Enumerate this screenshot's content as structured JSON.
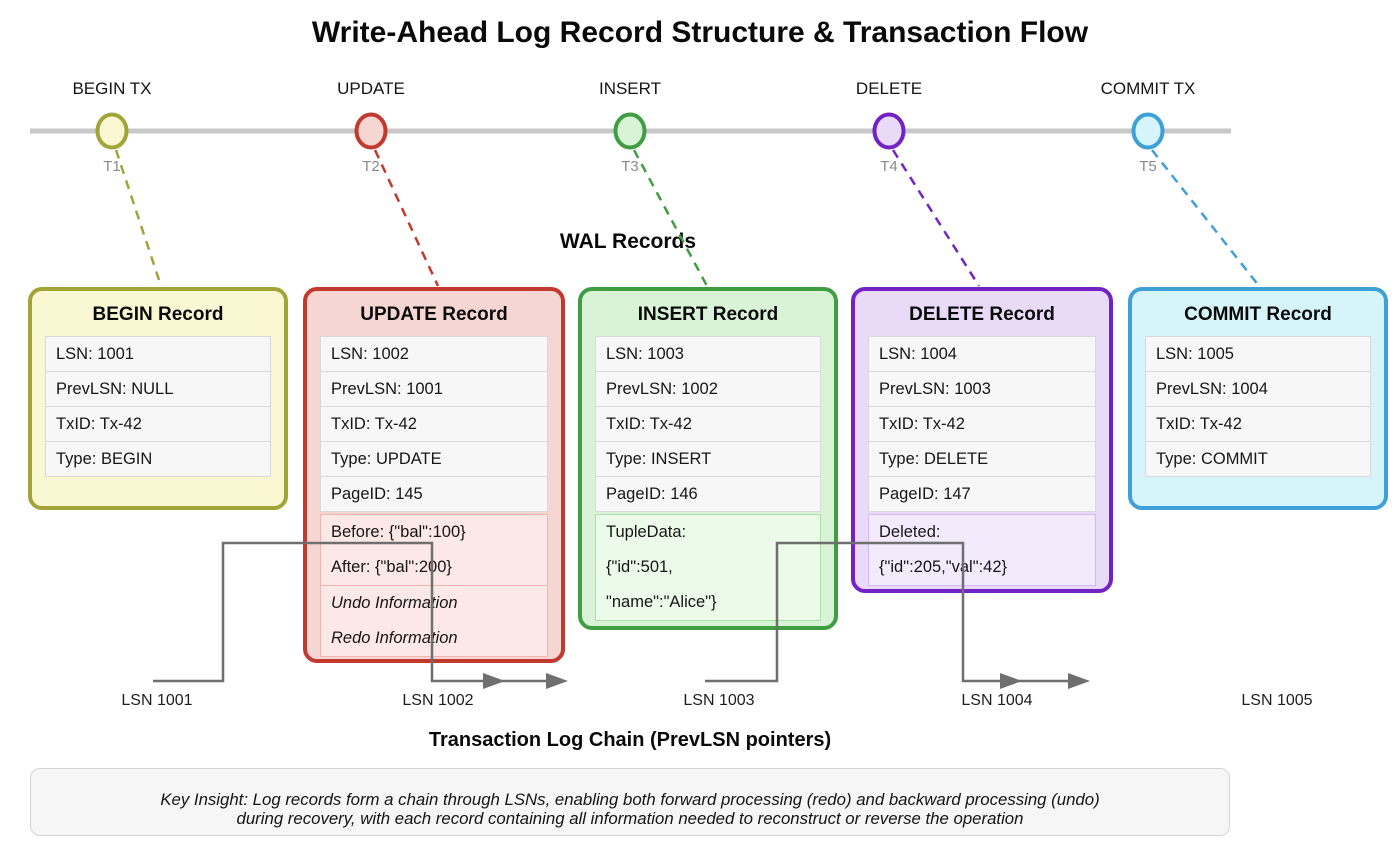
{
  "title": "Write-Ahead Log Record Structure & Transaction Flow",
  "wal_heading": "WAL Records",
  "timeline": {
    "nodes": [
      {
        "label": "BEGIN TX",
        "time": "T1",
        "fill": "#FAF8D2",
        "stroke": "#A3A438"
      },
      {
        "label": "UPDATE",
        "time": "T2",
        "fill": "#F6D6D3",
        "stroke": "#C23A2E"
      },
      {
        "label": "INSERT",
        "time": "T3",
        "fill": "#D8F3D5",
        "stroke": "#3E9E41"
      },
      {
        "label": "DELETE",
        "time": "T4",
        "fill": "#E9DBF8",
        "stroke": "#7223C6"
      },
      {
        "label": "COMMIT TX",
        "time": "T5",
        "fill": "#D6F5FA",
        "stroke": "#3FA0D8"
      }
    ]
  },
  "cards": [
    {
      "title": "BEGIN Record",
      "border": "#A3A438",
      "bg": "#FAF8D2",
      "fields": [
        "LSN: 1001",
        "PrevLSN: NULL",
        "TxID: Tx-42",
        "Type: BEGIN"
      ],
      "special": []
    },
    {
      "title": "UPDATE Record",
      "border": "#C23A2E",
      "bg": "#F6D6D3",
      "fields": [
        "LSN: 1002",
        "PrevLSN: 1001",
        "TxID: Tx-42",
        "Type: UPDATE",
        "PageID: 145"
      ],
      "special": [
        [
          "Before: {\"bal\":100}",
          "After: {\"bal\":200}"
        ],
        [
          "Undo Information",
          "Redo Information"
        ]
      ]
    },
    {
      "title": "INSERT Record",
      "border": "#3E9E41",
      "bg": "#D8F3D5",
      "fields": [
        "LSN: 1003",
        "PrevLSN: 1002",
        "TxID: Tx-42",
        "Type: INSERT",
        "PageID: 146"
      ],
      "special": [
        [
          "TupleData:",
          "{\"id\":501,",
          "\"name\":\"Alice\"}"
        ]
      ]
    },
    {
      "title": "DELETE Record",
      "border": "#7223C6",
      "bg": "#E9DBF8",
      "fields": [
        "LSN: 1004",
        "PrevLSN: 1003",
        "TxID: Tx-42",
        "Type: DELETE",
        "PageID: 147"
      ],
      "special": [
        [
          "Deleted:",
          "{\"id\":205,\"val\":42}"
        ]
      ]
    },
    {
      "title": "COMMIT Record",
      "border": "#3FA0D8",
      "bg": "#D6F5FA",
      "fields": [
        "LSN: 1005",
        "PrevLSN: 1004",
        "TxID: Tx-42",
        "Type: COMMIT"
      ],
      "special": []
    }
  ],
  "chain": {
    "heading": "Transaction Log Chain (PrevLSN pointers)",
    "labels": [
      "LSN 1001",
      "LSN 1002",
      "LSN 1003",
      "LSN 1004",
      "LSN 1005"
    ],
    "line_color": "#6F6F6F"
  },
  "insight": {
    "line1": "Key Insight: Log records form a chain through LSNs, enabling both forward processing (redo) and backward processing (undo)",
    "line2": "during recovery, with each record containing all information needed to reconstruct or reverse the operation"
  }
}
